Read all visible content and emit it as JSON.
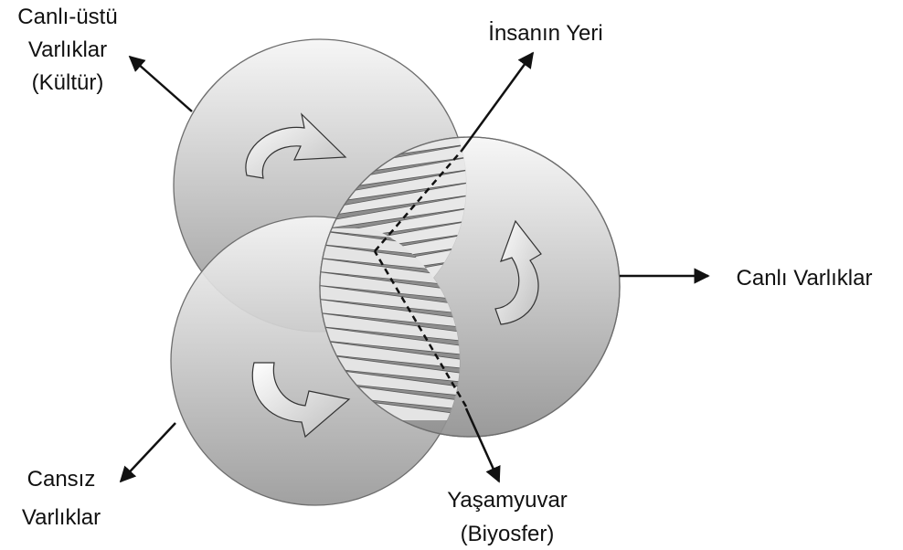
{
  "labels": {
    "culture_line1": "Canlı-üstü",
    "culture_line2": "Varlıklar",
    "culture_line3": "(Kültür)",
    "human_place": "İnsanın Yeri",
    "living": "Canlı Varlıklar",
    "nonliving_line1": "Cansız",
    "nonliving_line2": "Varlıklar",
    "biosphere_line1": "Yaşamyuvar",
    "biosphere_line2": "(Biyosfer)"
  },
  "colors": {
    "circle_light": "#f4f4f4",
    "circle_dark": "#9a9a9a",
    "outline": "#6e6e6e",
    "arrow": "#111111",
    "hatch": "#8a8a8a"
  },
  "icons": [
    "cycle-arrow-icon",
    "cycle-arrow-icon",
    "cycle-arrow-icon"
  ]
}
